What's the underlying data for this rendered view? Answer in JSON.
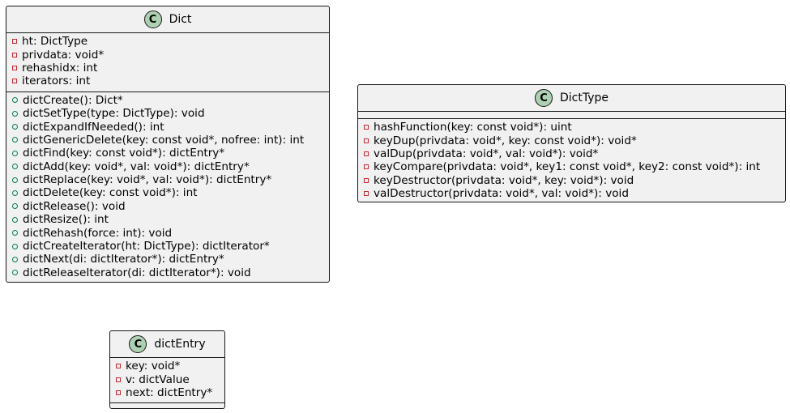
{
  "classes": {
    "dict": {
      "name": "Dict",
      "stereotype_letter": "C",
      "attributes": [
        "ht: DictType",
        "privdata: void*",
        "rehashidx: int",
        "iterators: int"
      ],
      "methods": [
        "dictCreate(): Dict*",
        "dictSetType(type: DictType): void",
        "dictExpandIfNeeded(): int",
        "dictGenericDelete(key: const void*, nofree: int): int",
        "dictFind(key: const void*): dictEntry*",
        "dictAdd(key: void*, val: void*): dictEntry*",
        "dictReplace(key: void*, val: void*): dictEntry*",
        "dictDelete(key: const void*): int",
        "dictRelease(): void",
        "dictResize(): int",
        "dictRehash(force: int): void",
        "dictCreateIterator(ht: DictType): dictIterator*",
        "dictNext(di: dictIterator*): dictEntry*",
        "dictReleaseIterator(di: dictIterator*): void"
      ]
    },
    "dicttype": {
      "name": "DictType",
      "stereotype_letter": "C",
      "attributes": [],
      "methods": [
        "hashFunction(key: const void*): uint",
        "keyDup(privdata: void*, key: const void*): void*",
        "valDup(privdata: void*, val: void*): void*",
        "keyCompare(privdata: void*, key1: const void*, key2: const void*): int",
        "keyDestructor(privdata: void*, key: void*): void",
        "valDestructor(privdata: void*, val: void*): void"
      ]
    },
    "dictentry": {
      "name": "dictEntry",
      "stereotype_letter": "C",
      "attributes": [
        "key: void*",
        "v: dictValue",
        "next: dictEntry*"
      ],
      "methods": []
    }
  },
  "colors": {
    "class_fill": "#f1f1f1",
    "border": "#181818",
    "badge": "#add1b2",
    "private_marker": "#c82930",
    "public_marker": "#038048"
  }
}
